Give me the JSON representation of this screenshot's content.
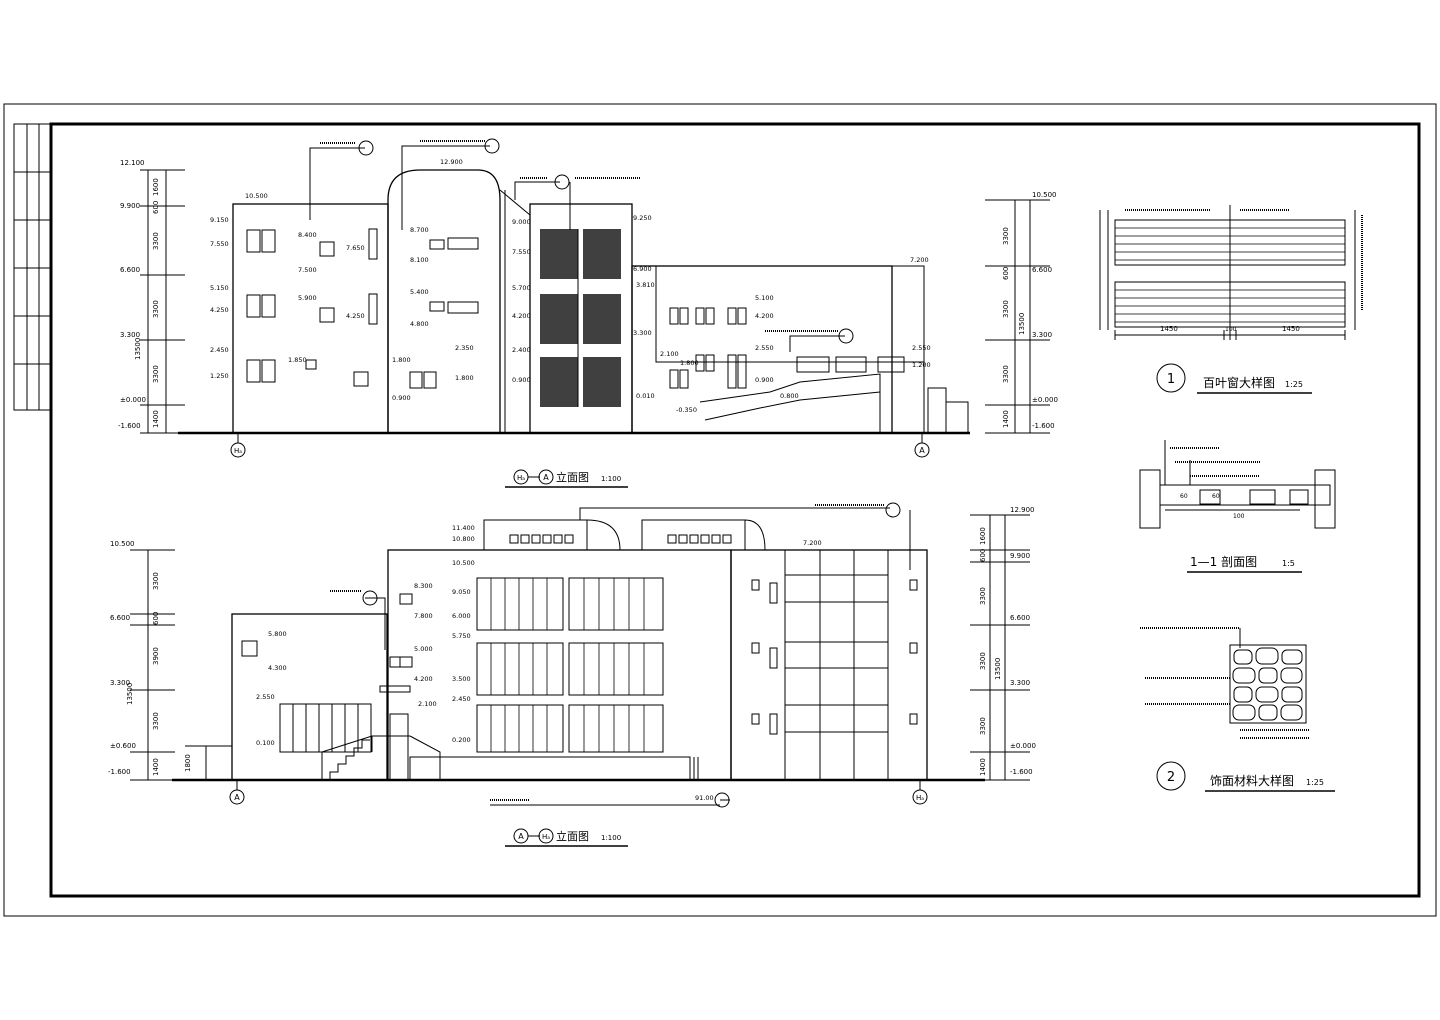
{
  "elev1": {
    "title_axis_a": "Hₐ",
    "title_axis_b": "A",
    "title_text": "立面图",
    "scale": "1:100",
    "levels_left": [
      "12.100",
      "9.900",
      "6.600",
      "3.300",
      "±0.000",
      "-1.600"
    ],
    "dims_left": [
      "1600",
      "600",
      "3300",
      "3300",
      "3300",
      "1400",
      "13500"
    ],
    "levels_right": [
      "10.500",
      "6.600",
      "3.300",
      "±0.000",
      "-1.600"
    ],
    "dims_right": [
      "3300",
      "600",
      "3300",
      "3300",
      "1400",
      "13500"
    ],
    "levels_inner": [
      "10.500",
      "12.900",
      "9.150",
      "7.550",
      "5.150",
      "4.250",
      "2.450",
      "1.250",
      "8.400",
      "7.500",
      "5.900",
      "4.250",
      "1.850",
      "7.650",
      "8.700",
      "8.100",
      "5.400",
      "4.800",
      "1.800",
      "0.900",
      "2.350",
      "1.800",
      "9.000",
      "7.550",
      "5.700",
      "4.200",
      "2.400",
      "0.900",
      "9.250",
      "6.900",
      "3.810",
      "3.300",
      "2.100",
      "1.800",
      "0.010",
      "-0.350",
      "5.100",
      "4.200",
      "2.550",
      "0.900",
      "0.800",
      "7.200",
      "2.550",
      "1.200"
    ]
  },
  "elev2": {
    "title_axis_a": "A",
    "title_axis_b": "Hₐ",
    "title_text": "立面图",
    "scale": "1:100",
    "levels_left": [
      "10.500",
      "6.600",
      "3.300",
      "±0.600",
      "-1.600"
    ],
    "dims_left": [
      "3300",
      "600",
      "3900",
      "3300",
      "1400",
      "13500",
      "1800"
    ],
    "levels_right": [
      "12.900",
      "9.900",
      "6.600",
      "3.300",
      "±0.000",
      "-1.600"
    ],
    "dims_right": [
      "1600",
      "600",
      "3300",
      "3300",
      "3300",
      "1400",
      "13500"
    ],
    "levels_inner": [
      "11.400",
      "10.800",
      "10.500",
      "8.300",
      "7.800",
      "9.050",
      "6.000",
      "5.750",
      "5.000",
      "4.200",
      "3.500",
      "2.450",
      "2.100",
      "0.200",
      "5.800",
      "4.300",
      "2.550",
      "0.100",
      "7.200"
    ],
    "ground_note": "91.00"
  },
  "detail1": {
    "number": "1",
    "title": "百叶窗大样图",
    "scale": "1:25",
    "dims": [
      "1450",
      "100",
      "1450"
    ]
  },
  "detail_section": {
    "title": "1—1 剖面图",
    "scale": "1:5",
    "dims": [
      "60",
      "60",
      "100"
    ]
  },
  "detail2": {
    "number": "2",
    "title": "饰面材料大样图",
    "scale": "1:25"
  },
  "theme": {
    "ink": "#000000",
    "paper": "#ffffff"
  }
}
